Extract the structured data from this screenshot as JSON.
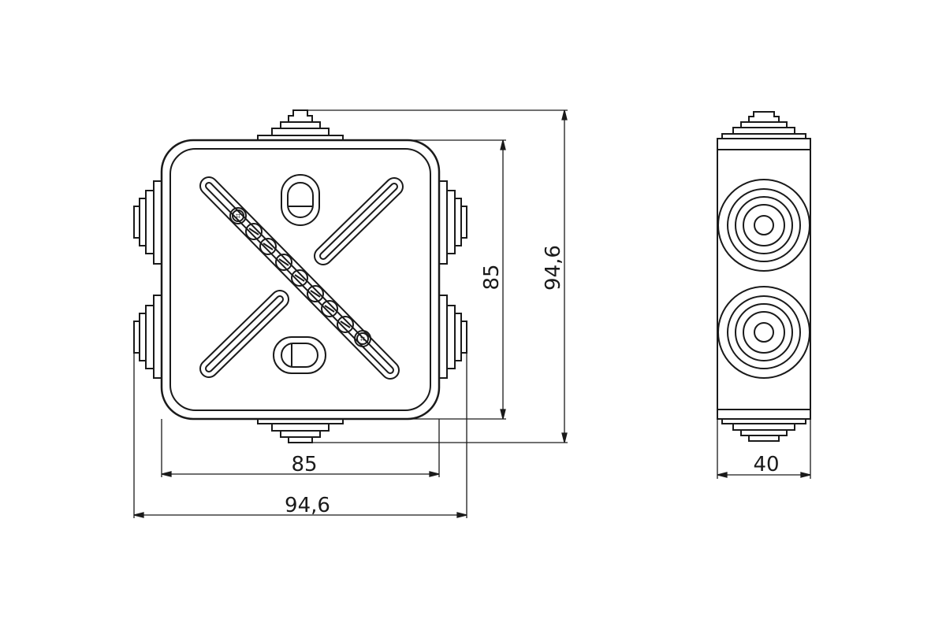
{
  "front_view": {
    "width_inner": "85",
    "width_outer": "94,6",
    "height_inner": "85",
    "height_outer": "94,6"
  },
  "side_view": {
    "depth": "40"
  },
  "colors": {
    "line": "#1a1a1a",
    "background": "#ffffff"
  }
}
